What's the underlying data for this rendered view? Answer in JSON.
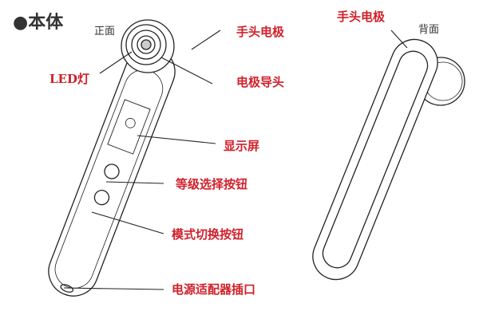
{
  "title": "●本体",
  "views": {
    "front": "正面",
    "back": "背面"
  },
  "labels": {
    "hand_electrode": "手头电极",
    "led": "LED灯",
    "electrode_head": "电极导头",
    "display": "显示屏",
    "level_button": "等级选择按钮",
    "mode_button": "模式切换按钮",
    "power_port": "电源适配器插口",
    "back_hand_electrode": "手头电极"
  },
  "colors": {
    "label": "#d0202a",
    "line": "#222222"
  }
}
